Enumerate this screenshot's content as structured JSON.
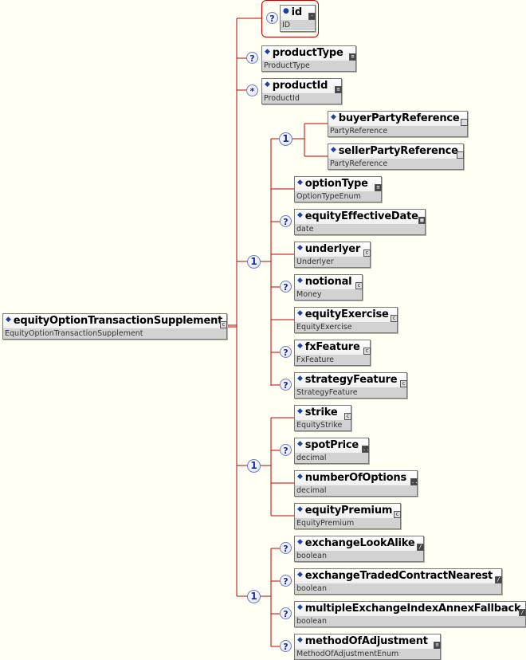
{
  "root": {
    "name": "equityOptionTransactionSupplement",
    "type": "EquityOptionTransactionSupplement",
    "type_icon": "complex"
  },
  "attribute": {
    "name": "id",
    "type": "ID",
    "occurrence": "optional",
    "type_icon": "simple-dash"
  },
  "elements": [
    {
      "name": "productType",
      "type": "ProductType",
      "occurrence": "optional",
      "type_icon": "simple-list"
    },
    {
      "name": "productId",
      "type": "ProductId",
      "occurrence": "many",
      "type_icon": "simple-list"
    },
    {
      "name": "buyerPartyReference",
      "type": "PartyReference",
      "occurrence": "",
      "type_icon": "empty"
    },
    {
      "name": "sellerPartyReference",
      "type": "PartyReference",
      "occurrence": "",
      "type_icon": "empty"
    },
    {
      "name": "optionType",
      "type": "OptionTypeEnum",
      "occurrence": "",
      "type_icon": "simple-list"
    },
    {
      "name": "equityEffectiveDate",
      "type": "date",
      "occurrence": "optional",
      "type_icon": "simple-date"
    },
    {
      "name": "underlyer",
      "type": "Underlyer",
      "occurrence": "",
      "type_icon": "complex"
    },
    {
      "name": "notional",
      "type": "Money",
      "occurrence": "optional",
      "type_icon": "complex"
    },
    {
      "name": "equityExercise",
      "type": "EquityExercise",
      "occurrence": "",
      "type_icon": "complex"
    },
    {
      "name": "fxFeature",
      "type": "FxFeature",
      "occurrence": "optional",
      "type_icon": "complex"
    },
    {
      "name": "strategyFeature",
      "type": "StrategyFeature",
      "occurrence": "optional",
      "type_icon": "complex"
    },
    {
      "name": "strike",
      "type": "EquityStrike",
      "occurrence": "",
      "type_icon": "complex"
    },
    {
      "name": "spotPrice",
      "type": "decimal",
      "occurrence": "optional",
      "type_icon": "simple-number"
    },
    {
      "name": "numberOfOptions",
      "type": "decimal",
      "occurrence": "",
      "type_icon": "simple-number"
    },
    {
      "name": "equityPremium",
      "type": "EquityPremium",
      "occurrence": "",
      "type_icon": "complex"
    },
    {
      "name": "exchangeLookAlike",
      "type": "boolean",
      "occurrence": "optional",
      "type_icon": "simple-boolean"
    },
    {
      "name": "exchangeTradedContractNearest",
      "type": "boolean",
      "occurrence": "optional",
      "type_icon": "simple-boolean"
    },
    {
      "name": "multipleExchangeIndexAnnexFallback",
      "type": "boolean",
      "occurrence": "optional",
      "type_icon": "simple-boolean"
    },
    {
      "name": "methodOfAdjustment",
      "type": "MethodOfAdjustmentEnum",
      "occurrence": "optional",
      "type_icon": "simple-list"
    }
  ],
  "groups": [
    {
      "label": "1"
    },
    {
      "label": "1"
    },
    {
      "label": "1"
    },
    {
      "label": "1"
    }
  ],
  "symbols": {
    "optional": "?",
    "many": "*",
    "diamond": "◆",
    "attr_dot": "●"
  },
  "colors": {
    "connector": "#C00000",
    "background": "#FFFFF3",
    "type_band": "#D2D2D2"
  }
}
